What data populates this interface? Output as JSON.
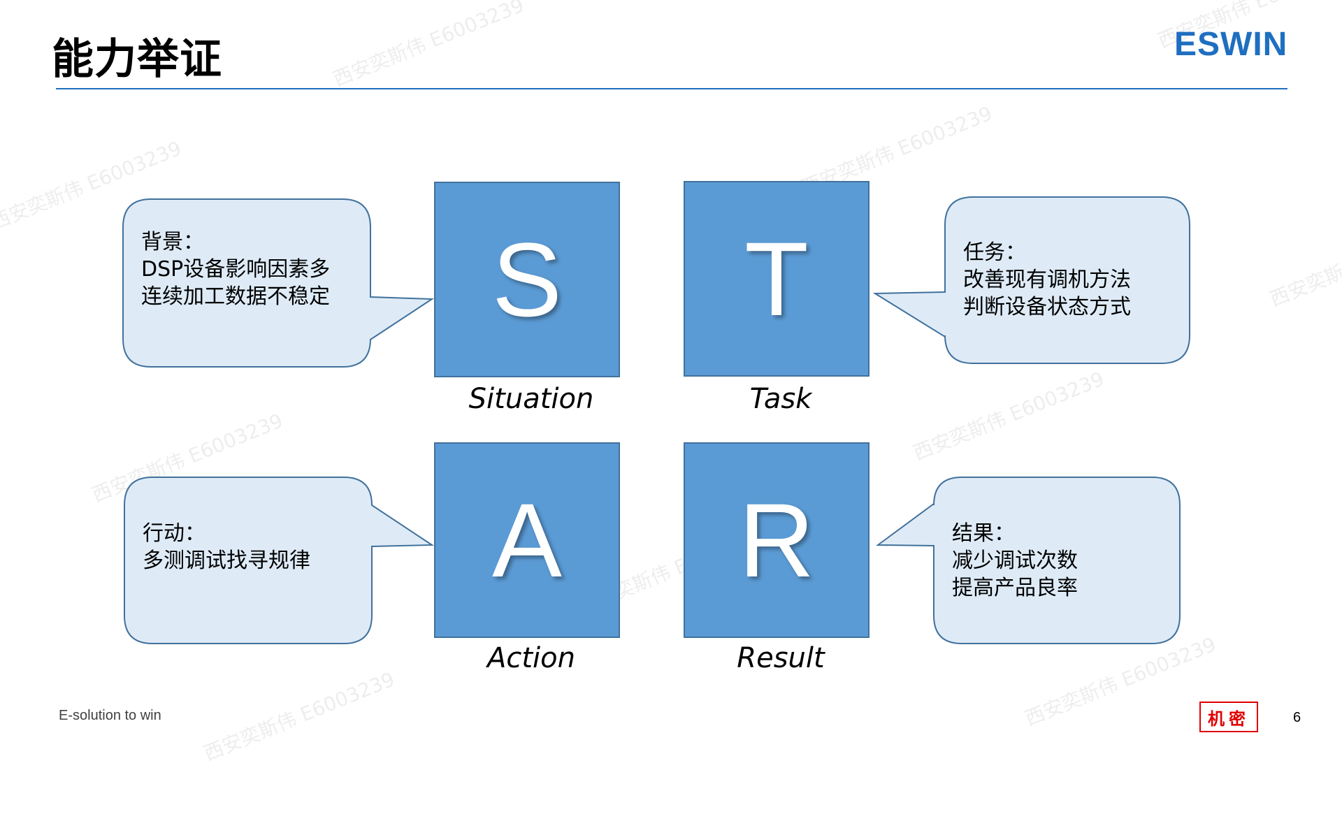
{
  "slide": {
    "title": "能力举证",
    "logo": "ESWIN",
    "footer_slogan": "E-solution to win",
    "confidential_label": "机密",
    "page_number": "6"
  },
  "star": {
    "situation": {
      "letter": "S",
      "word": "Situation"
    },
    "task": {
      "letter": "T",
      "word": "Task"
    },
    "action": {
      "letter": "A",
      "word": "Action"
    },
    "result": {
      "letter": "R",
      "word": "Result"
    }
  },
  "callouts": {
    "situation": {
      "lines": [
        "背景：",
        "DSP设备影响因素多",
        "连续加工数据不稳定"
      ]
    },
    "task": {
      "lines": [
        "任务：",
        "改善现有调机方法",
        "判断设备状态方式"
      ]
    },
    "action": {
      "lines": [
        "行动：",
        "多测调试找寻规律"
      ]
    },
    "result": {
      "lines": [
        "结果：",
        "减少调试次数",
        "提高产品良率"
      ]
    }
  },
  "watermark_text": "西安奕斯伟 E6003239",
  "colors": {
    "box_fill": "#5b9bd5",
    "box_border": "#41719c",
    "callout_fill": "#deebf7",
    "callout_border": "#41719c",
    "accent": "#1e6fc0",
    "confidential": "#e00000"
  }
}
